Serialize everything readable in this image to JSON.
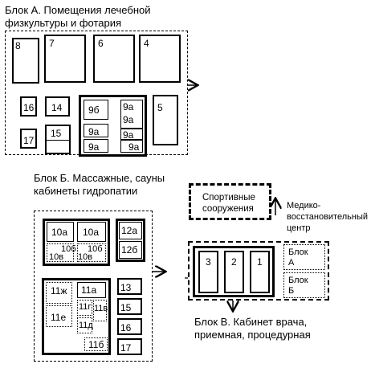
{
  "block_a": {
    "title_line1": "Блок А.  Помещения лечебной",
    "title_line2": "физкультуры  и фотария",
    "rooms": {
      "r8": "8",
      "r7": "7",
      "r6": "6",
      "r4": "4",
      "r16": "16",
      "r14": "14",
      "r9b": "9б",
      "r9a_1": "9а",
      "r9a_2": "9а",
      "r9a_3": "9а",
      "r9a_4": "9а",
      "r9a_5": "9а",
      "r9a_6": "9а",
      "r5": "5",
      "r17": "17",
      "r15": "15"
    }
  },
  "block_b": {
    "title_line1": "Блок Б. Массажные, сауны",
    "title_line2": "кабинеты  гидропатии",
    "rooms": {
      "r10a_1": "10а",
      "r10a_2": "10а",
      "r10b_1": "10б",
      "r10b_2": "10б",
      "r10v_1": "10в",
      "r10v_2": "10в",
      "r12a": "12а",
      "r12b": "12б",
      "r11zh": "11ж",
      "r11a": "11а",
      "r11e": "11е",
      "r11g": "11г",
      "r11v": "11в",
      "r11d": "11д",
      "r11b": "11б",
      "r13": "13",
      "r15": "15",
      "r16": "16",
      "r17": "17"
    }
  },
  "block_v": {
    "sport_line1": "Спортивные",
    "sport_line2": "сооружения",
    "center_line1": "Медико-",
    "center_line2": "восстановительный",
    "center_line3": "центр",
    "rooms": {
      "r3": "3",
      "r2": "2",
      "r1": "1"
    },
    "blok_a_line1": "Блок",
    "blok_a_line2": "А",
    "blok_b_line1": "Блок",
    "blok_b_line2": "Б",
    "caption_line1": "Блок В. Кабинет врача,",
    "caption_line2": "приемная,  процедурная"
  }
}
